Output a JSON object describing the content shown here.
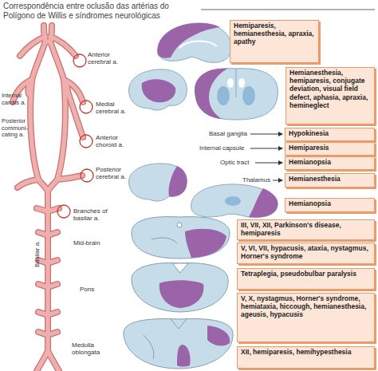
{
  "diagram": {
    "title": "Correspondência entre oclusão das artérias do Polígono de Willis e síndromes neurológicas",
    "nodes": [
      {
        "text": [
          "Hemiparesis, hemianesthesia, apraxia, apathy"
        ]
      },
      {
        "text": [
          "Hemianesthesia, hemiparesis, conjugate deviation, visual field defect, aphasia, apraxia, hemineglect"
        ]
      },
      {
        "text": [
          "Hypokinesia"
        ]
      },
      {
        "text": [
          "Hemiparesis"
        ]
      },
      {
        "text": [
          "Hemianopsia"
        ]
      },
      {
        "text": [
          "Hemianesthesia"
        ]
      },
      {
        "text": [
          "Hemianopsia"
        ]
      },
      {
        "text": [
          "III, VII, XII, Parkinson's disease, hemiparesis"
        ]
      },
      {
        "text": [
          "V, VI, VII, hypacusis, ataxia, nystagmus, Horner's syndrome"
        ]
      },
      {
        "text": [
          "Tetraplegia, pseudobulbar paralysis"
        ]
      },
      {
        "text": [
          "V, X, nystagmus, Horner's syndrome, hemiataxia, hiccough, hemianesthesia, ageusis, hypacusis"
        ]
      },
      {
        "text": [
          "XII, hemiparesis, hemihypesthesia"
        ]
      }
    ],
    "labels": [
      "Anterior cerebral a.",
      "Internal carotis a.",
      "Medial cerebral a.",
      "Posterior communi-cating a.",
      "Anterior choroid a.",
      "Basal ganglia",
      "Internal capsule",
      "Optic tract",
      "Posterior cerebral a.",
      "Thalamus",
      "Basilar a.",
      "Branches of basilar a.",
      "Mid-brain",
      "Pons",
      "Medulla oblongata"
    ]
  }
}
